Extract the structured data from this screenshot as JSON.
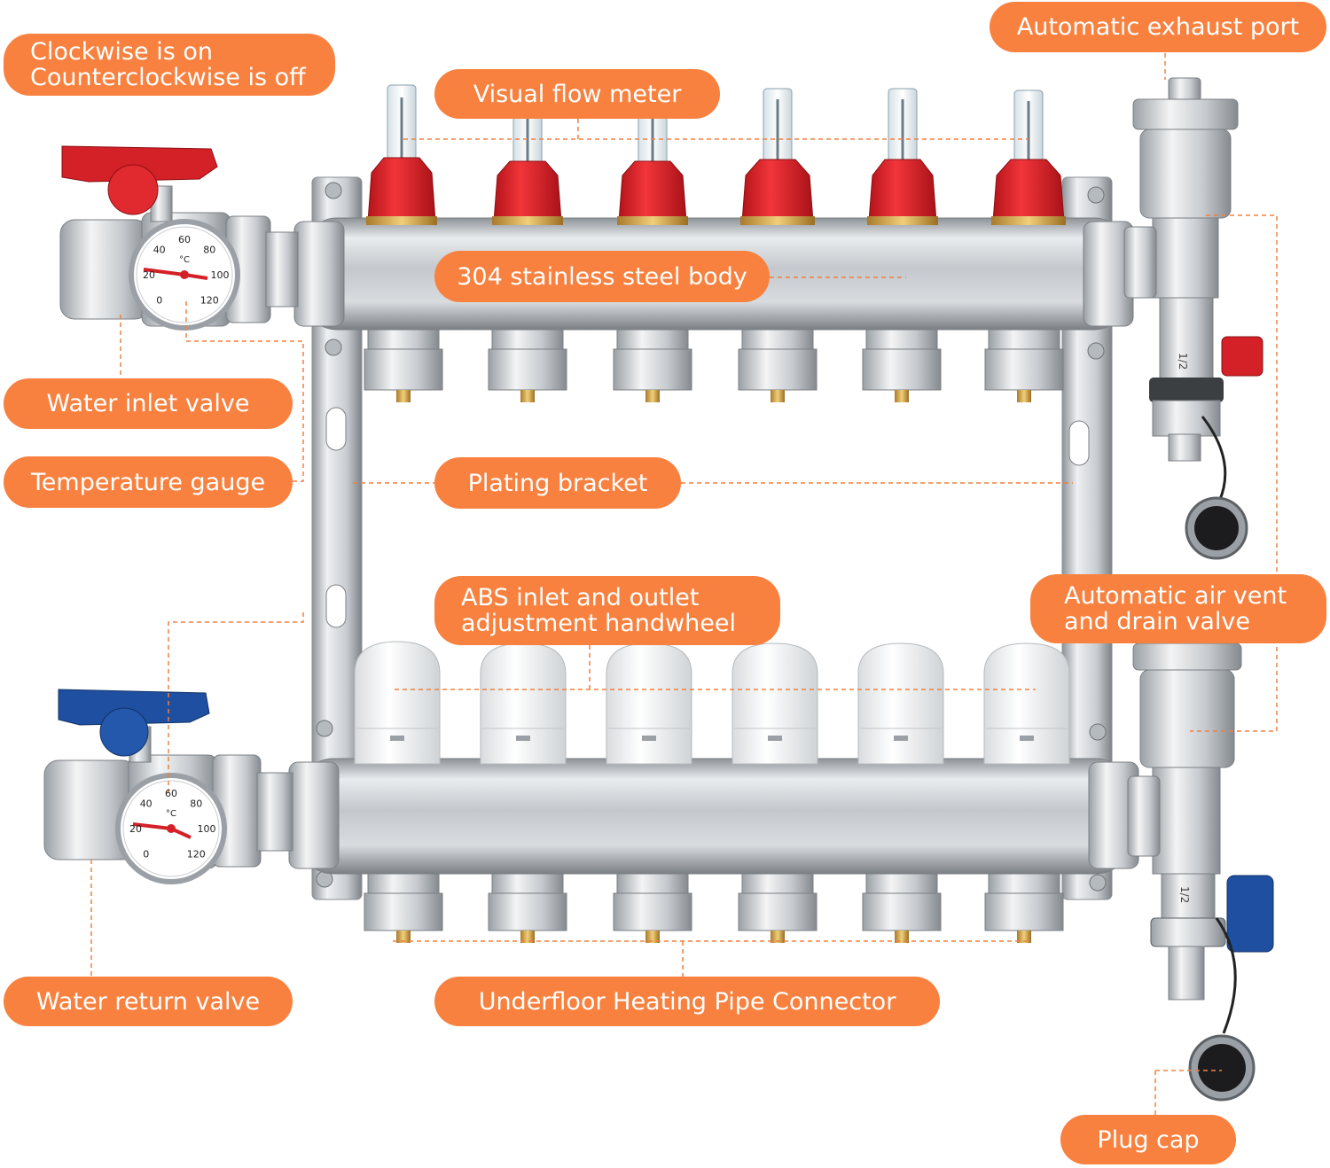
{
  "callouts": {
    "handle_rotation": {
      "line1": "Clockwise is on",
      "line2": "Counterclockwise is off"
    },
    "exhaust_port": "Automatic exhaust port",
    "flow_meter": "Visual flow meter",
    "steel_body": "304 stainless steel body",
    "inlet_valve": "Water inlet valve",
    "temp_gauge": "Temperature gauge",
    "bracket": "Plating bracket",
    "handwheel": {
      "line1": "ABS inlet and outlet",
      "line2": "adjustment handwheel"
    },
    "air_vent": {
      "line1": "Automatic air vent",
      "line2": "and drain valve"
    },
    "return_valve": "Water return valve",
    "pipe_connector": "Underfloor Heating Pipe Connector",
    "plug_cap": "Plug cap"
  },
  "gauge_scale": [
    "0",
    "20",
    "40",
    "60",
    "80",
    "100",
    "120"
  ],
  "gauge_unit": "°C",
  "valve_size": "1/2",
  "colors": {
    "label_bg": "#f8813f",
    "label_text": "#ffffff",
    "leader_line": "#f08040",
    "inlet_handle": "#d42027",
    "return_handle": "#1f4fa0",
    "flow_meter_cap": "#e01e23",
    "steel": "#c8ccd0"
  }
}
